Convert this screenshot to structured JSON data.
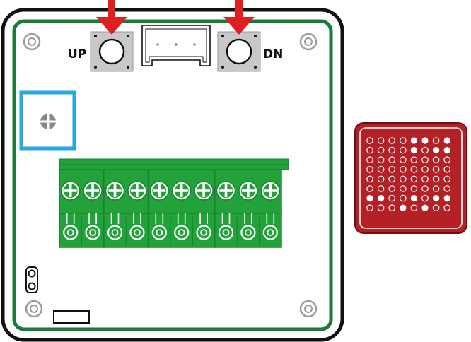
{
  "labels": {
    "up": "UP",
    "dn": "DN"
  },
  "board": {
    "terminal_count": 10,
    "terminal_groups": [
      2,
      2,
      3,
      3
    ],
    "corner_screw_count": 4
  },
  "led_matrix": {
    "rows": 8,
    "cols": 8,
    "lit": [
      [
        0,
        0,
        0,
        0,
        1,
        1,
        0,
        1
      ],
      [
        0,
        0,
        0,
        0,
        1,
        0,
        1,
        1
      ],
      [
        0,
        0,
        0,
        0,
        0,
        0,
        0,
        0
      ],
      [
        0,
        0,
        0,
        0,
        0,
        0,
        0,
        0
      ],
      [
        0,
        0,
        0,
        0,
        0,
        0,
        0,
        0
      ],
      [
        0,
        0,
        0,
        0,
        0,
        0,
        0,
        0
      ],
      [
        1,
        1,
        0,
        0,
        1,
        0,
        1,
        1
      ],
      [
        0,
        0,
        0,
        1,
        0,
        1,
        0,
        0
      ]
    ]
  },
  "colors": {
    "board_outline": "#111111",
    "pcb_edge": "#1a7a3a",
    "terminal_green": "#22a33a",
    "terminal_dark": "#1e7e31",
    "arrow_red": "#e02020",
    "highlight_blue": "#2aa7df",
    "button_gray": "#c8c8c8",
    "led_panel": "#b32025",
    "led_panel_border": "#6e0f12"
  }
}
